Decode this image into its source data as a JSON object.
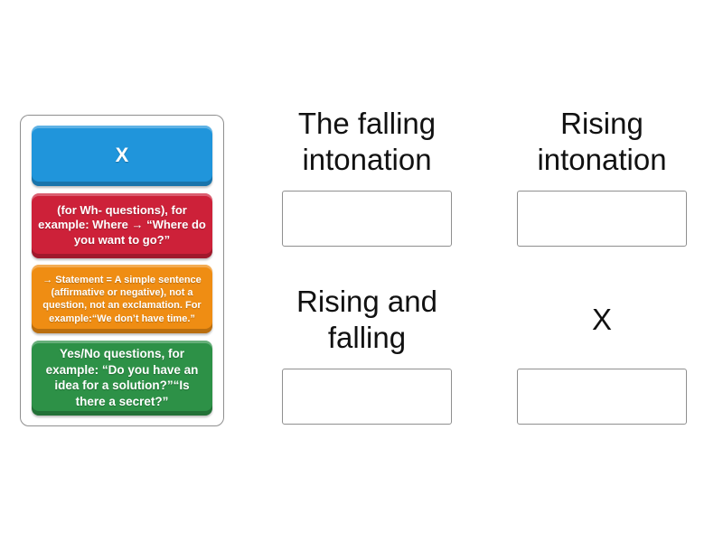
{
  "activity": {
    "kind": "group-sort",
    "background_color": "#ffffff",
    "title_text_color": "#111111",
    "panel_border_color": "#8f8f8f"
  },
  "source_panel": {
    "cards": [
      {
        "id": "x",
        "text": "X",
        "color": "#2095db"
      },
      {
        "id": "wh",
        "text": "(for Wh- questions), for example: Where → “Where do you want to go?”",
        "color": "#cd2139"
      },
      {
        "id": "statement",
        "text": "→ Statement = A simple sentence (affirmative or negative), not a question, not an exclamation. For example:“We don’t have time.”",
        "color": "#ef8d13"
      },
      {
        "id": "yesno",
        "text": "Yes/No questions, for example: “Do you have an idea for a solution?”“Is there a secret?”",
        "color": "#2d9147"
      }
    ]
  },
  "groups": [
    {
      "label": "The falling intonation"
    },
    {
      "label": "Rising intonation"
    },
    {
      "label": "Rising and falling"
    },
    {
      "label": "X"
    }
  ]
}
